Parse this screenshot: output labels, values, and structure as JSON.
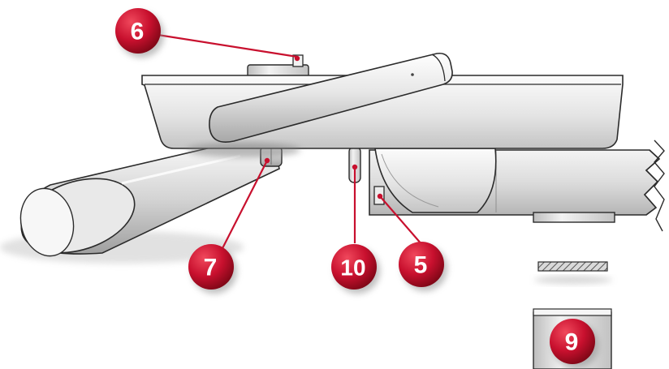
{
  "colors": {
    "callout_fill": "#c8102e",
    "callout_shadow": "#8a8a8a",
    "leader_line": "#c8102e",
    "part_outline": "#2b2b2b",
    "part_light": "#f4f4f4",
    "part_mid": "#d6d6d6",
    "part_dark": "#a9a9a9"
  },
  "callouts": {
    "c6": "6",
    "c7": "7",
    "c10": "10",
    "c5": "5",
    "c9": "9"
  }
}
